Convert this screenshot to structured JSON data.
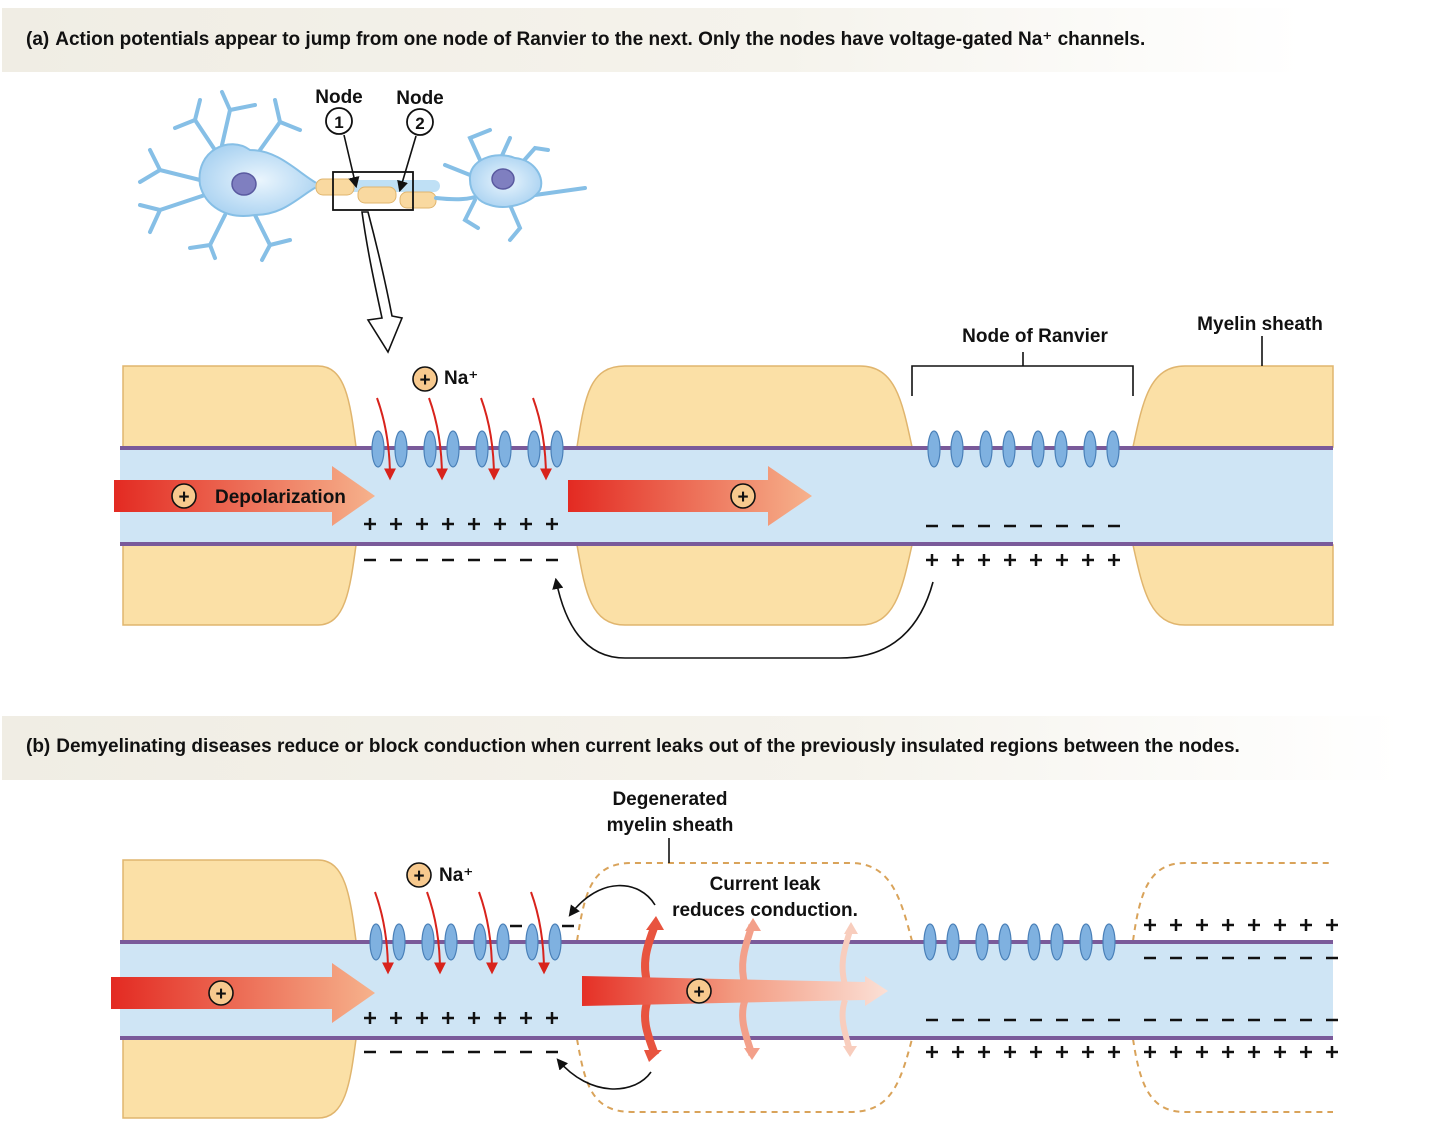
{
  "panel_a": {
    "letter": "(a)",
    "caption": "Action potentials appear to jump from one node of Ranvier to the next. Only the nodes have voltage-gated Na⁺ channels.",
    "node1_label": "Node",
    "node1_number": "1",
    "node2_label": "Node",
    "node2_number": "2",
    "na_label": "Na⁺",
    "depolarization_label": "Depolarization",
    "node_of_ranvier_label": "Node of Ranvier",
    "myelin_sheath_label": "Myelin sheath",
    "plus_symbol": "+"
  },
  "panel_b": {
    "letter": "(b)",
    "caption": "Demyelinating diseases reduce or block conduction when current leaks out of the previously insulated regions between the nodes.",
    "degenerated_line1": "Degenerated",
    "degenerated_line2": "myelin sheath",
    "leak_line1": "Current leak",
    "leak_line2": "reduces conduction.",
    "na_label": "Na⁺",
    "plus_symbol": "+"
  },
  "colors": {
    "myelin": "#fbe0a6",
    "myelin_stroke": "#e0b56e",
    "axon": "#cfe5f5",
    "membrane": "#7a5a9a",
    "channel": "#7fb1e0",
    "arrow_red": "#e53026",
    "neuron_blue": "#a9d3f2"
  }
}
